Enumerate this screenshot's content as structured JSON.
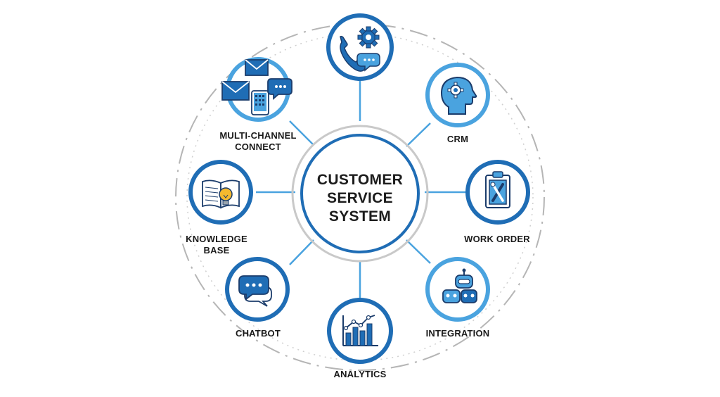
{
  "center": {
    "lines": [
      "CUSTOMER",
      "SERVICE",
      "SYSTEM"
    ]
  },
  "nodes": [
    {
      "id": "call-center",
      "icon": "phone-gear-chat-icon",
      "label_lines": []
    },
    {
      "id": "crm",
      "icon": "head-gear-icon",
      "label_lines": [
        "CRM"
      ]
    },
    {
      "id": "work-order",
      "icon": "clipboard-tools-icon",
      "label_lines": [
        "WORK ORDER"
      ]
    },
    {
      "id": "integration",
      "icon": "robots-icon",
      "label_lines": [
        "INTEGRATION"
      ]
    },
    {
      "id": "analytics",
      "icon": "bar-chart-icon",
      "label_lines": [
        "ANALYTICS"
      ]
    },
    {
      "id": "chatbot",
      "icon": "chat-bubbles-icon",
      "label_lines": [
        "CHATBOT"
      ]
    },
    {
      "id": "knowledge-base",
      "icon": "book-lightbulb-icon",
      "label_lines": [
        "KNOWLEDGE",
        "BASE"
      ]
    },
    {
      "id": "multi-channel-connect",
      "icon": "envelope-phone-chat-icon",
      "label_lines": [
        "MULTI-CHANNEL",
        "CONNECT"
      ]
    }
  ],
  "colors": {
    "primary_blue": "#1f6db5",
    "light_blue": "#4aa3df",
    "dark_navy": "#1b3c6b",
    "grey_ring": "#c9c9c9",
    "dash_ring": "#b5b5b5"
  }
}
